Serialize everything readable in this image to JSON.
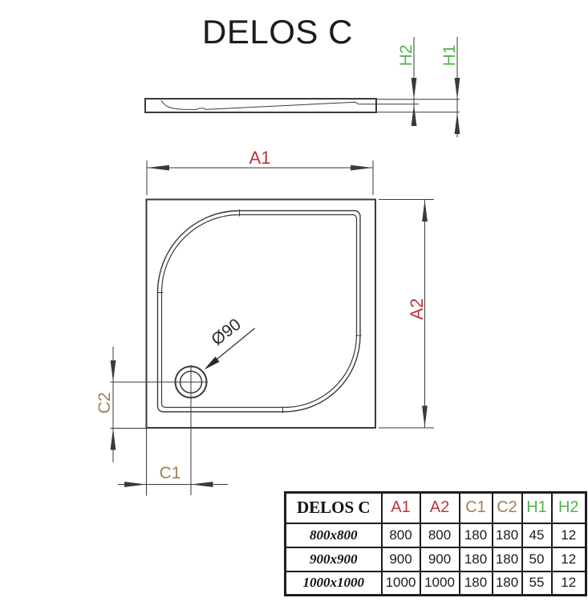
{
  "title": "DELOS C",
  "colors": {
    "dim_a_red": "#c13437",
    "dim_c_tan": "#a3824e",
    "dim_h_green": "#55b449",
    "drawing_line": "#3a3a3a"
  },
  "side_view": {
    "labels": {
      "h1": "H1",
      "h2": "H2"
    }
  },
  "plan_view": {
    "labels": {
      "a1": "A1",
      "a2": "A2",
      "c1": "C1",
      "c2": "C2",
      "drain": "Ø90"
    }
  },
  "table": {
    "header": {
      "product": "DELOS C",
      "cols": [
        "A1",
        "A2",
        "C1",
        "C2",
        "H1",
        "H2"
      ]
    },
    "rows": [
      {
        "size": "800x800",
        "values": [
          "800",
          "800",
          "180",
          "180",
          "45",
          "12"
        ]
      },
      {
        "size": "900x900",
        "values": [
          "900",
          "900",
          "180",
          "180",
          "50",
          "12"
        ]
      },
      {
        "size": "1000x1000",
        "values": [
          "1000",
          "1000",
          "180",
          "180",
          "55",
          "12"
        ]
      }
    ]
  }
}
